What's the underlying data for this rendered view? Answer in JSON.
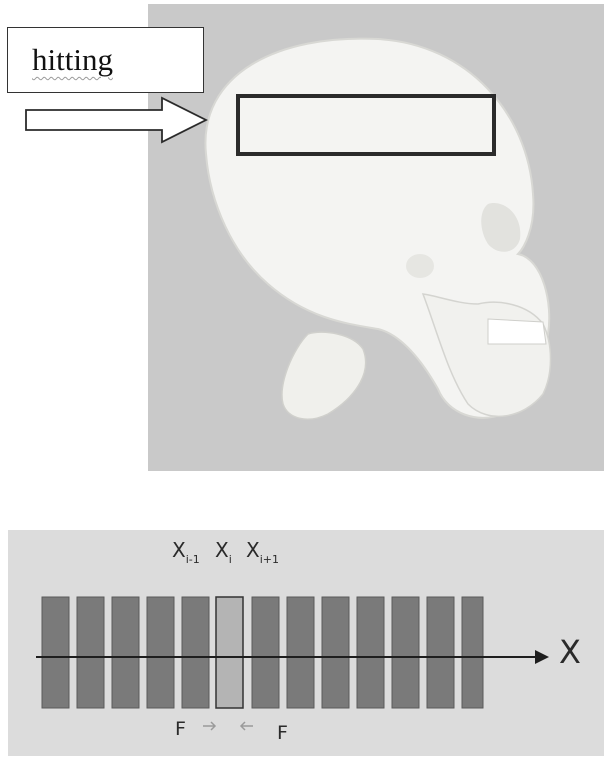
{
  "top": {
    "label": "hitting"
  },
  "bottom": {
    "x_prev_main": "X",
    "x_prev_sub": "i-1",
    "x_cur_main": "X",
    "x_cur_sub": "i",
    "x_next_main": "X",
    "x_next_sub": "i+1",
    "axis_label": "X",
    "force_left": "F",
    "force_right": "F"
  },
  "colors": {
    "block": "#7a7a7a",
    "highlight_block": "#b4b4b4",
    "panel_bg": "#dcdcdc",
    "skull_bg": "#c9c9c9"
  }
}
